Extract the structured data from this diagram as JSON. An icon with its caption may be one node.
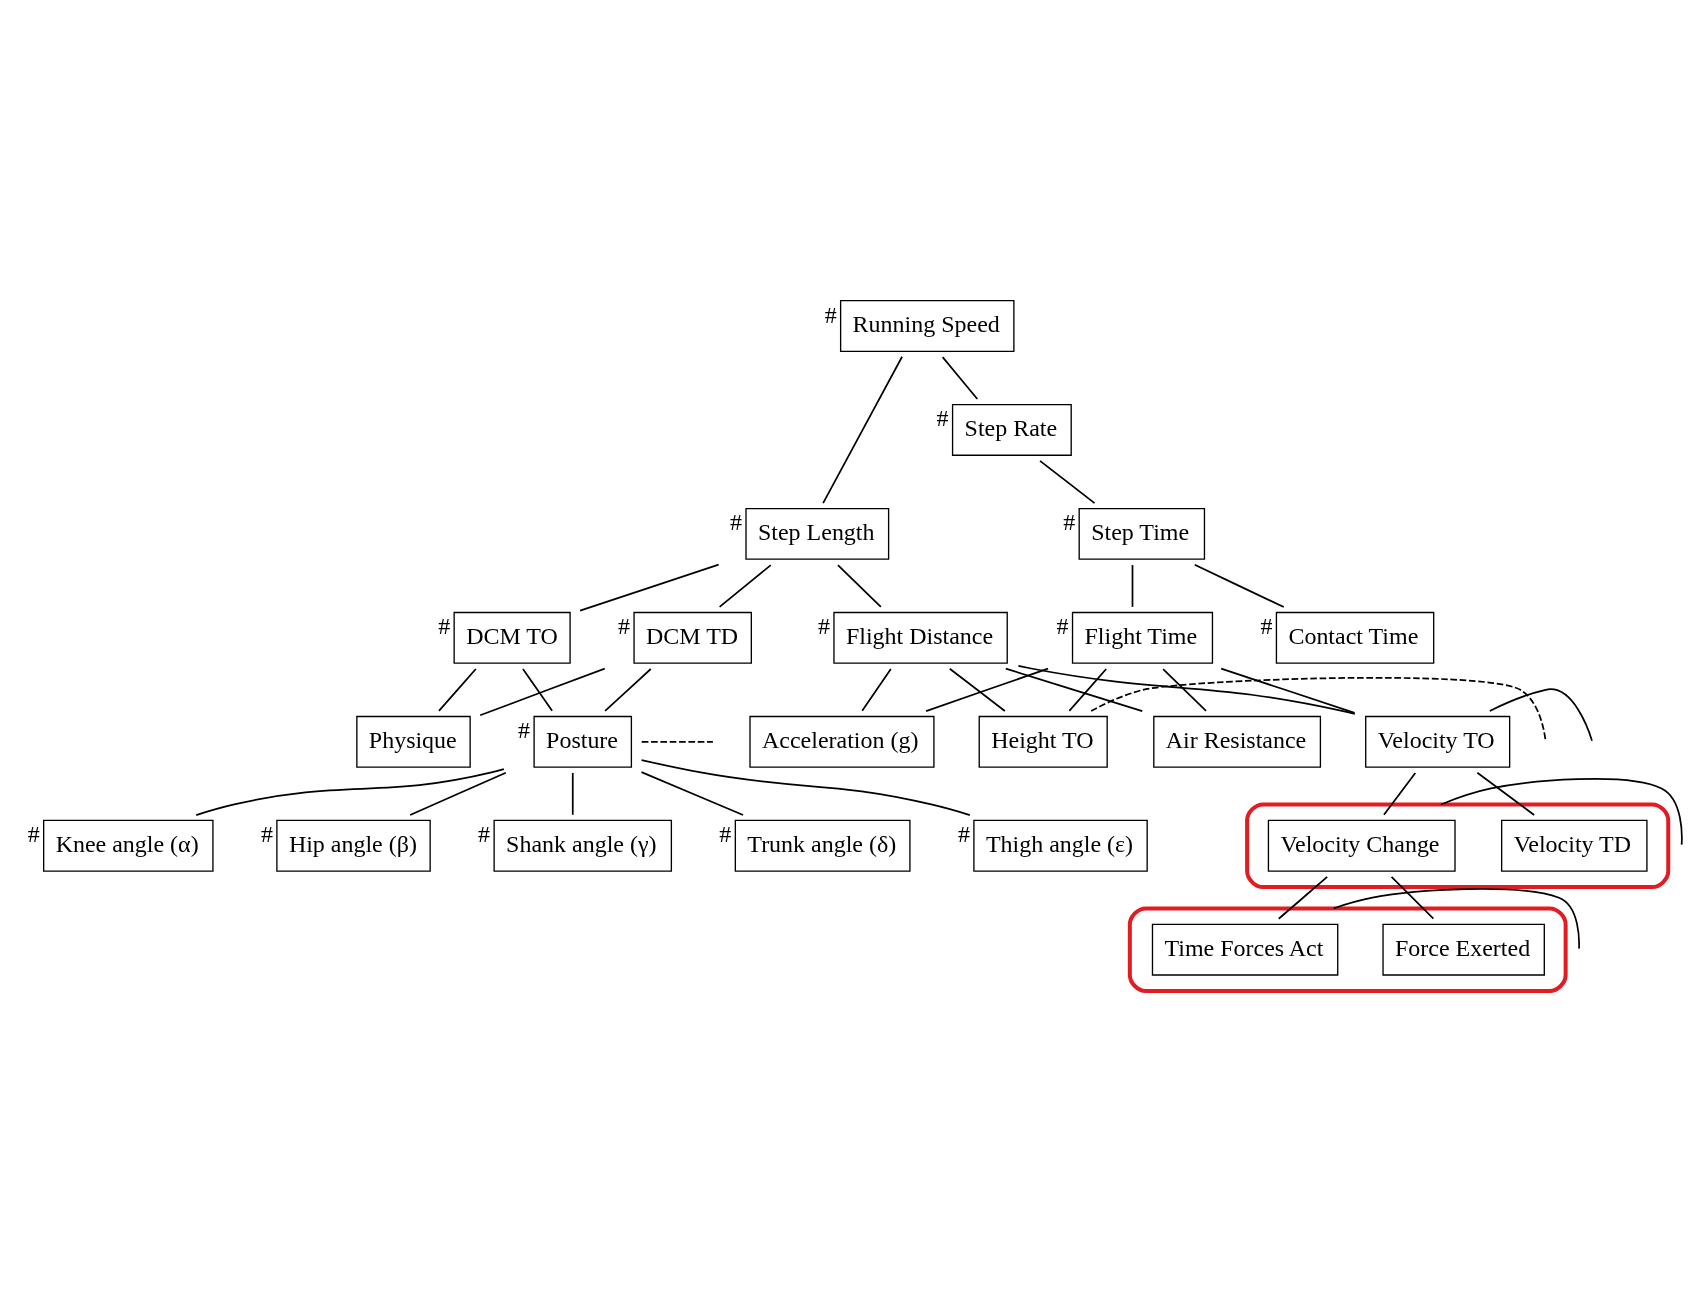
{
  "diagram": {
    "nodes": [
      {
        "text": [
          "Running Speed"
        ],
        "beside": [
          "#"
        ]
      },
      {
        "text": [
          "Step Length"
        ],
        "beside": [
          "#"
        ]
      },
      {
        "text": [
          "Step Rate"
        ],
        "beside": [
          "#"
        ]
      },
      {
        "text": [
          "DCM TO"
        ],
        "beside": [
          "#"
        ]
      },
      {
        "text": [
          "DCM TD"
        ],
        "beside": [
          "#"
        ]
      },
      {
        "text": [
          "Flight Distance"
        ],
        "beside": [
          "#"
        ]
      },
      {
        "text": [
          "Step Time"
        ],
        "beside": [
          "#"
        ]
      },
      {
        "text": [
          "Physique"
        ]
      },
      {
        "text": [
          "Posture"
        ],
        "beside": [
          "#"
        ]
      },
      {
        "text": [
          "Contact Time"
        ],
        "beside": [
          "#"
        ]
      },
      {
        "text": [
          "Flight Time"
        ],
        "beside": [
          "#"
        ]
      },
      {
        "text": [
          "Knee angle (α)"
        ],
        "beside": [
          "#"
        ]
      },
      {
        "text": [
          "Hip angle (β)"
        ],
        "beside": [
          "#"
        ]
      },
      {
        "text": [
          "Shank angle (γ)"
        ],
        "beside": [
          "#"
        ]
      },
      {
        "text": [
          "Trunk angle (δ)"
        ],
        "beside": [
          "#"
        ]
      },
      {
        "text": [
          "Thigh angle (ε)"
        ],
        "beside": [
          "#"
        ]
      },
      {
        "text": [
          "Acceleration (g)"
        ]
      },
      {
        "text": [
          "Height TO"
        ]
      },
      {
        "text": [
          "Air Resistance"
        ]
      },
      {
        "text": [
          "Velocity TO"
        ]
      },
      {
        "text": [],
        "shape": "ellipse"
      },
      {
        "text": [
          "Velocity TD"
        ],
        "in": 20
      },
      {
        "text": [
          "Velocity Change"
        ],
        "in": 20
      },
      {
        "text": [],
        "shape": "ellipse"
      },
      {
        "text": [
          "Force Exerted"
        ],
        "in": 23
      },
      {
        "text": [
          "Time Forces Act"
        ],
        "in": 23
      }
    ],
    "edges": [
      {
        "from": 0,
        "to": 1,
        "arrow": "none"
      },
      {
        "from": 0,
        "to": 2,
        "arrow": "none"
      },
      {
        "from": 1,
        "to": 3,
        "arrow": "none"
      },
      {
        "from": 1,
        "to": 4,
        "arrow": "none"
      },
      {
        "from": 1,
        "to": 5,
        "arrow": "none"
      },
      {
        "from": 2,
        "to": 6,
        "arrow": "none"
      },
      {
        "from": 3,
        "to": 7,
        "arrow": "none"
      },
      {
        "from": 3,
        "to": 8,
        "arrow": "none"
      },
      {
        "from": 4,
        "to": 7,
        "arrow": "none"
      },
      {
        "from": 4,
        "to": 8,
        "arrow": "none"
      },
      {
        "from": 6,
        "to": 9,
        "arrow": "none"
      },
      {
        "from": 6,
        "to": 10,
        "arrow": "none"
      },
      {
        "from": 8,
        "to": 11,
        "arrow": "none"
      },
      {
        "from": 8,
        "to": 12,
        "arrow": "none"
      },
      {
        "from": 8,
        "to": 13,
        "arrow": "none"
      },
      {
        "from": 8,
        "to": 14,
        "arrow": "none"
      },
      {
        "from": 8,
        "to": 15,
        "arrow": "none"
      },
      {
        "from": 5,
        "to": 16,
        "arrow": "none"
      },
      {
        "from": 5,
        "to": 17,
        "arrow": "none"
      },
      {
        "from": 5,
        "to": 18,
        "arrow": "none"
      },
      {
        "from": 5,
        "to": 19,
        "arrow": "none"
      },
      {
        "from": 10,
        "to": 16,
        "arrow": "none"
      },
      {
        "from": 10,
        "to": 17,
        "arrow": "none"
      },
      {
        "from": 10,
        "to": 18,
        "arrow": "none"
      },
      {
        "from": 10,
        "to": 19,
        "arrow": "none"
      },
      {
        "from": 19,
        "to": 21,
        "arrow": "none"
      },
      {
        "from": 19,
        "to": 22,
        "arrow": "none"
      },
      {
        "from": 22,
        "to": 24,
        "arrow": "none"
      },
      {
        "from": 22,
        "to": 25,
        "arrow": "none"
      },
      {
        "from": 8,
        "to": null,
        "arrow": "none",
        "style": "dashed"
      },
      {
        "from": 17,
        "to": null,
        "arrow": "none",
        "style": "dashed"
      },
      {
        "from": 19,
        "to": null,
        "arrow": "none"
      },
      {
        "from": 20,
        "to": null,
        "arrow": "none"
      },
      {
        "from": 23,
        "to": null,
        "arrow": "none"
      }
    ]
  }
}
